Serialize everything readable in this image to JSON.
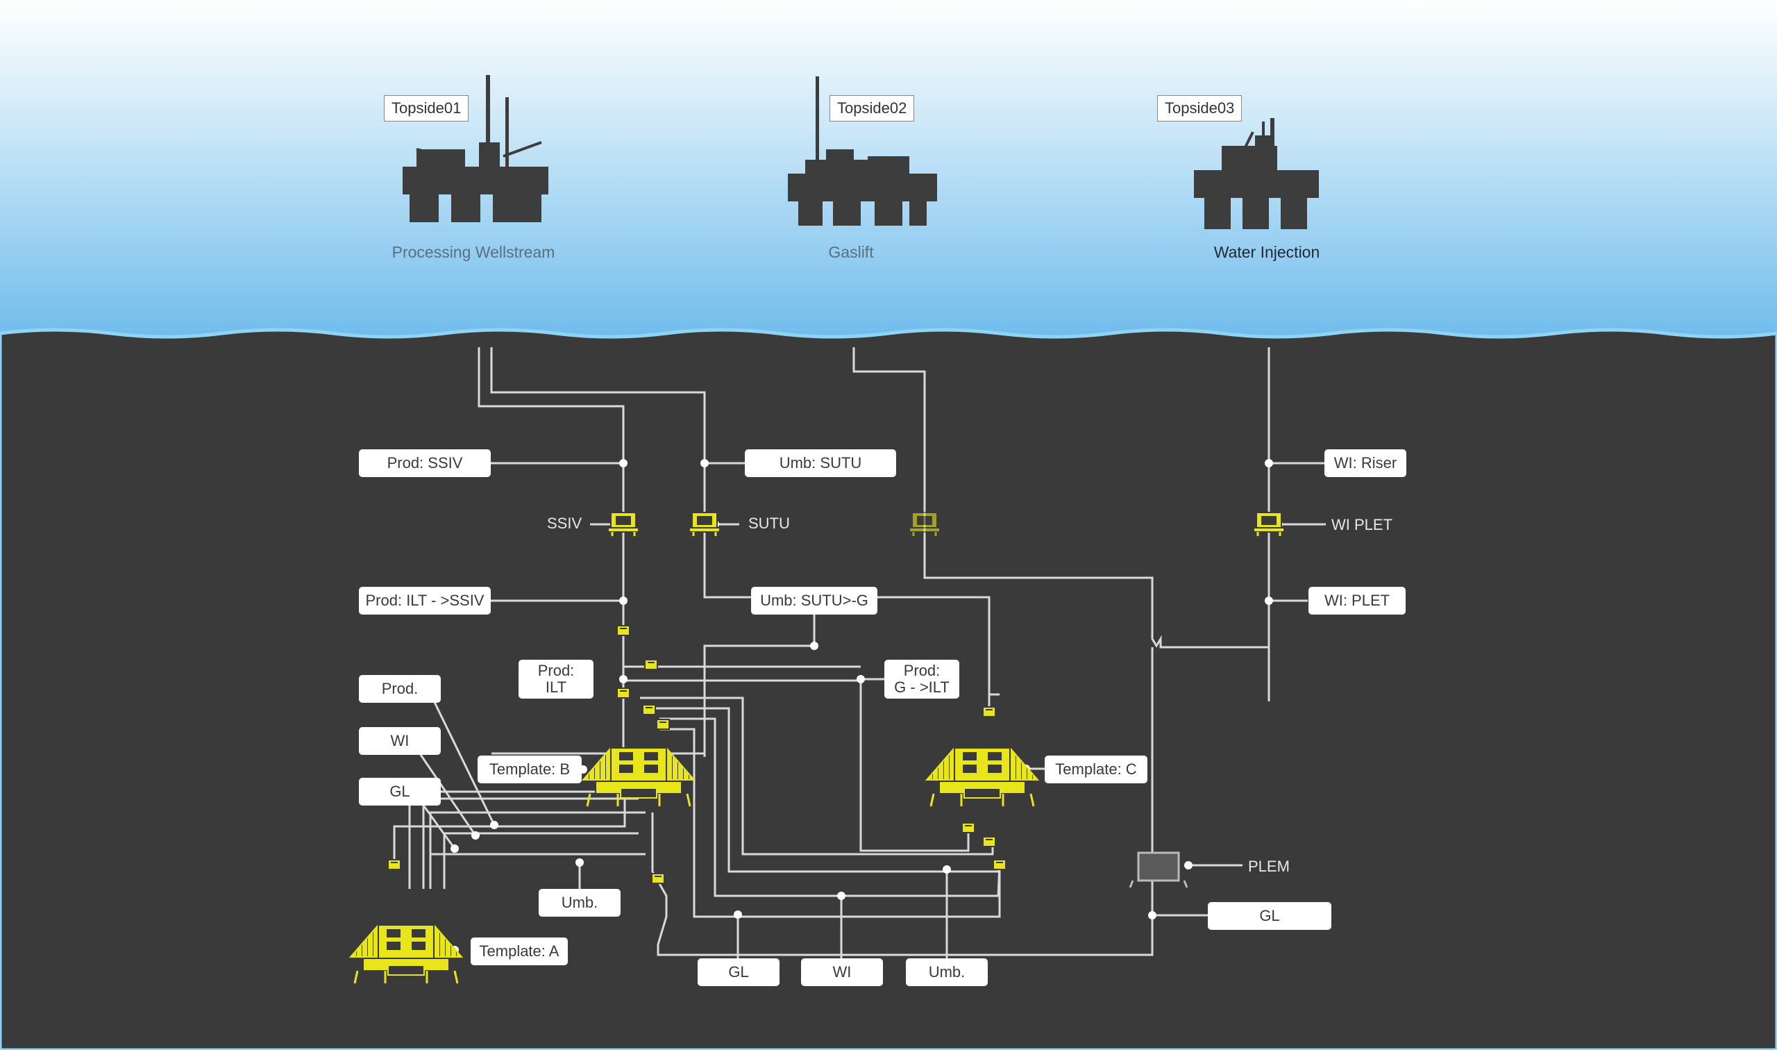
{
  "topsides": [
    {
      "tag": "Topside01",
      "caption": "Processing Wellstream"
    },
    {
      "tag": "Topside02",
      "caption": "Gaslift"
    },
    {
      "tag": "Topside03",
      "caption": "Water Injection"
    }
  ],
  "labels": {
    "prod_ssiv": "Prod: SSIV",
    "umb_sutu": "Umb: SUTU",
    "wi_riser": "WI: Riser",
    "ssiv": "SSIV",
    "sutu": "SUTU",
    "wi_plet_node": "WI PLET",
    "prod_ilt_ssiv": "Prod: ILT - >SSIV",
    "umb_sutu_g": "Umb: SUTU>-G",
    "wi_plet": "WI: PLET",
    "prod_ilt": "Prod:\nILT",
    "prod_g_ilt": "Prod:\nG - >ILT",
    "prod": "Prod.",
    "wi_left": "WI",
    "gl_left": "GL",
    "template_b": "Template: B",
    "template_c": "Template: C",
    "template_a": "Template: A",
    "umb_mid": "Umb.",
    "plem": "PLEM",
    "gl_right": "GL",
    "gl_bottom": "GL",
    "wi_bottom": "WI",
    "umb_bottom": "Umb."
  },
  "colors": {
    "sky_top": "#ffffff",
    "sea": "#7cc2ec",
    "seabed": "#3a3a3a",
    "line": "#d9d9d9",
    "equipment": "#e8e61a",
    "inactive": "#9a9a9a",
    "platform": "#3d3d3d"
  }
}
